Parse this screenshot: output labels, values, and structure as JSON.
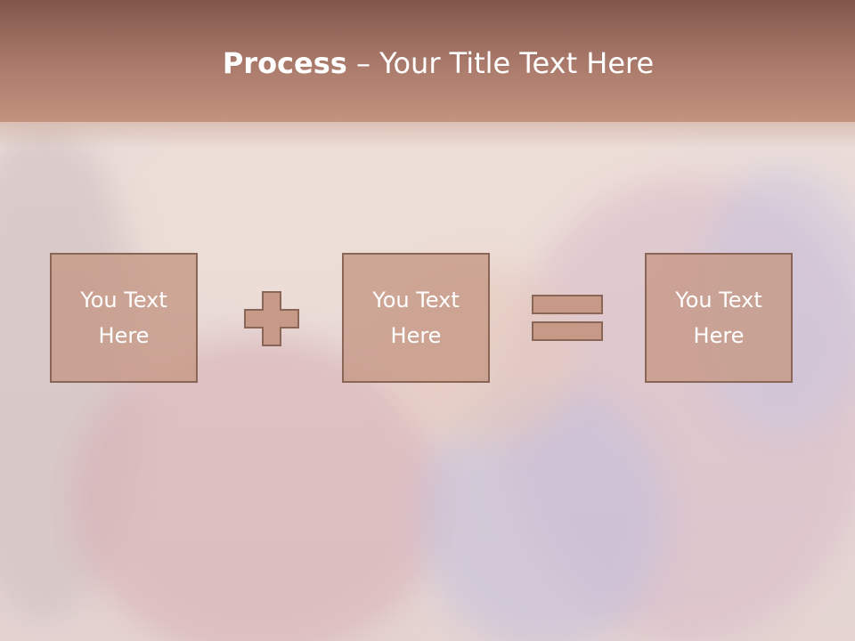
{
  "slide": {
    "title_bold": "Process",
    "title_rest": " – Your Title Text Here"
  },
  "process": {
    "box1": "You Text\nHere",
    "box2": "You Text\nHere",
    "box3": "You Text\nHere",
    "op1_icon": "plus-icon",
    "op2_icon": "equals-icon"
  },
  "colors": {
    "header": "#a8786a",
    "box_fill": "#c79a88",
    "box_border": "#8a6658",
    "text": "#ffffff"
  }
}
